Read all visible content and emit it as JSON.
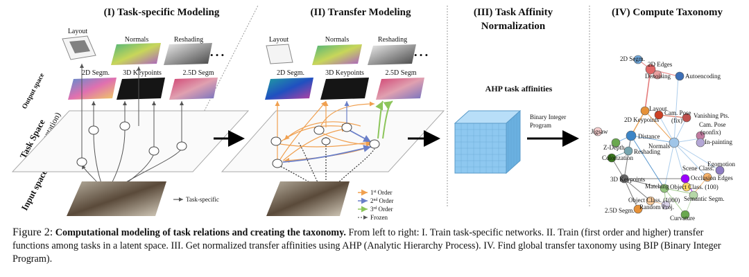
{
  "panels": {
    "p1_title": "(I) Task-specific Modeling",
    "p2_title": "(II) Transfer Modeling",
    "p3_title_line1": "(III) Task Affinity",
    "p3_title_line2": "Normalization",
    "p4_title": "(IV) Compute Taxonomy"
  },
  "space_labels": {
    "output": "Output space",
    "task": "Task Space",
    "representation": "(representation)",
    "input": "Input space"
  },
  "task_thumbs": {
    "layout": "Layout",
    "normals": "Normals",
    "reshading": "Reshading",
    "segm_2d": "2D Segm.",
    "keypoints_3d": "3D Keypoints",
    "segm_25d": "2.5D Segm",
    "ellipsis": "• • •"
  },
  "legend_p1": {
    "task_specific": "Task-specific"
  },
  "legend_p2": {
    "order1": "1",
    "order1_sup": "st",
    "order2": "2",
    "order2_sup": "nd",
    "order3": "3",
    "order3_sup": "rd",
    "order_word": "Order",
    "frozen": "Frozen"
  },
  "panel3": {
    "ahp": "AHP task affinities",
    "bip_line1": "Binary Integer",
    "bip_line2": "Program"
  },
  "taxonomy_nodes": [
    {
      "label": "2D Segm.",
      "color": "#6fa8dc"
    },
    {
      "label": "2D Edges",
      "color": "#e06666"
    },
    {
      "label": "Denoising",
      "color": "#e8a0a0"
    },
    {
      "label": "Autoencoding",
      "color": "#3d6fb6"
    },
    {
      "label": "Layout",
      "color": "#e69138"
    },
    {
      "label": "Cam. Pose",
      "color": "#cc4125"
    },
    {
      "label": "(fix)",
      "color": ""
    },
    {
      "label": "Vanishing Pts.",
      "color": "#c0504d"
    },
    {
      "label": "Cam. Pose",
      "color": "#c27ba0"
    },
    {
      "label": "(nonfix)",
      "color": ""
    },
    {
      "label": "2D Keypoints",
      "color": "#e69138"
    },
    {
      "label": "Jigsaw",
      "color": "#f4cccc"
    },
    {
      "label": "Distance",
      "color": "#3d85c6"
    },
    {
      "label": "Normals",
      "color": "#9fc5e8"
    },
    {
      "label": "In-painting",
      "color": "#b4a7d6"
    },
    {
      "label": "Z-Depth",
      "color": "#6aa84f"
    },
    {
      "label": "Reshading",
      "color": "#76a5af"
    },
    {
      "label": "Colorization",
      "color": "#38761d"
    },
    {
      "label": "Egomotion",
      "color": "#8e7cc3"
    },
    {
      "label": "Scene Class.",
      "color": "#f6b26b"
    },
    {
      "label": "Occlusion Edges",
      "color": "#9900ff"
    },
    {
      "label": "3D Keypoints",
      "color": "#666666"
    },
    {
      "label": "Matching",
      "color": "#93c47d"
    },
    {
      "label": "Object Class. (100)",
      "color": "#ffd966"
    },
    {
      "label": "Object Class. (1000)",
      "color": "#f9cb9c"
    },
    {
      "label": "Semantic Segm.",
      "color": "#b6d7a8"
    },
    {
      "label": "Random Proj.",
      "color": "#d9d2e9"
    },
    {
      "label": "2.5D Segm.",
      "color": "#e69138"
    },
    {
      "label": "Curvature",
      "color": "#6aa84f"
    }
  ],
  "caption": {
    "label": "Figure 2:",
    "bold": "Computational modeling of task relations and creating the taxonomy.",
    "body": " From left to right: I. Train task-specific networks. II. Train (first order and higher) transfer functions among tasks in a latent space. III. Get normalized transfer affinities using AHP (Analytic Hierarchy Process). IV. Find global transfer taxonomy using BIP (Binary Integer Program)."
  }
}
